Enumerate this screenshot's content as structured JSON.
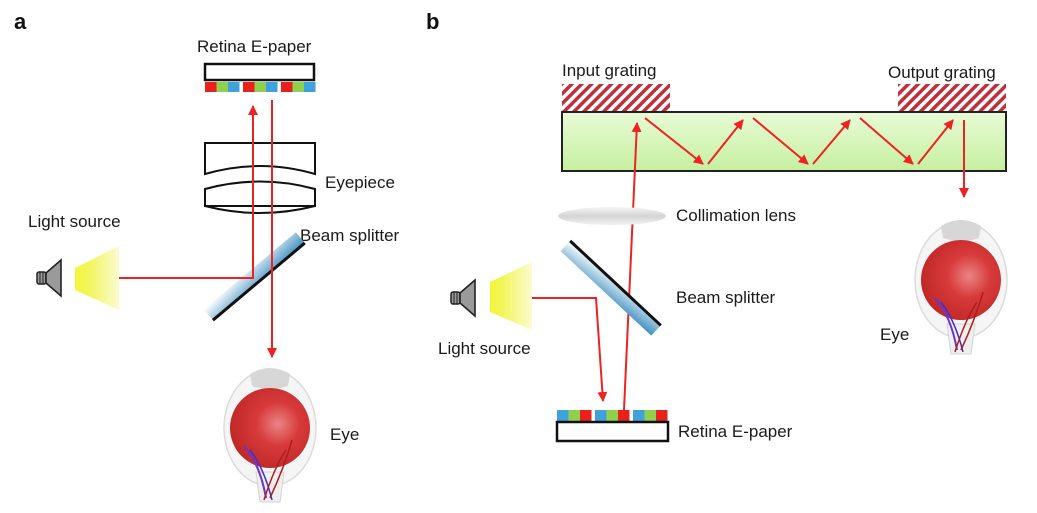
{
  "panels": [
    {
      "id": "a",
      "letter": "a",
      "labels": {
        "retina_epaper": "Retina E-paper",
        "eyepiece": "Eyepiece",
        "light_source": "Light source",
        "beam_splitter": "Beam splitter",
        "eye": "Eye"
      },
      "pixel_pattern": [
        "red",
        "green",
        "blue",
        "red",
        "green",
        "blue",
        "red",
        "green",
        "blue"
      ]
    },
    {
      "id": "b",
      "letter": "b",
      "labels": {
        "input_grating": "Input grating",
        "output_grating": "Output grating",
        "collimation_lens": "Collimation lens",
        "beam_splitter": "Beam splitter",
        "light_source": "Light source",
        "eye": "Eye",
        "retina_epaper": "Retina E-paper"
      },
      "pixel_pattern": [
        "blue",
        "green",
        "red",
        "blue",
        "green",
        "red",
        "blue",
        "green",
        "red"
      ]
    }
  ],
  "colors": {
    "ray": "#ee2222",
    "pixel_red": "#e8211d",
    "pixel_green": "#8fd14f",
    "pixel_blue": "#3fa2db",
    "waveguide_fill": "#d6f5b8",
    "grating_hatch": "#c0303a",
    "outline": "#111111"
  }
}
